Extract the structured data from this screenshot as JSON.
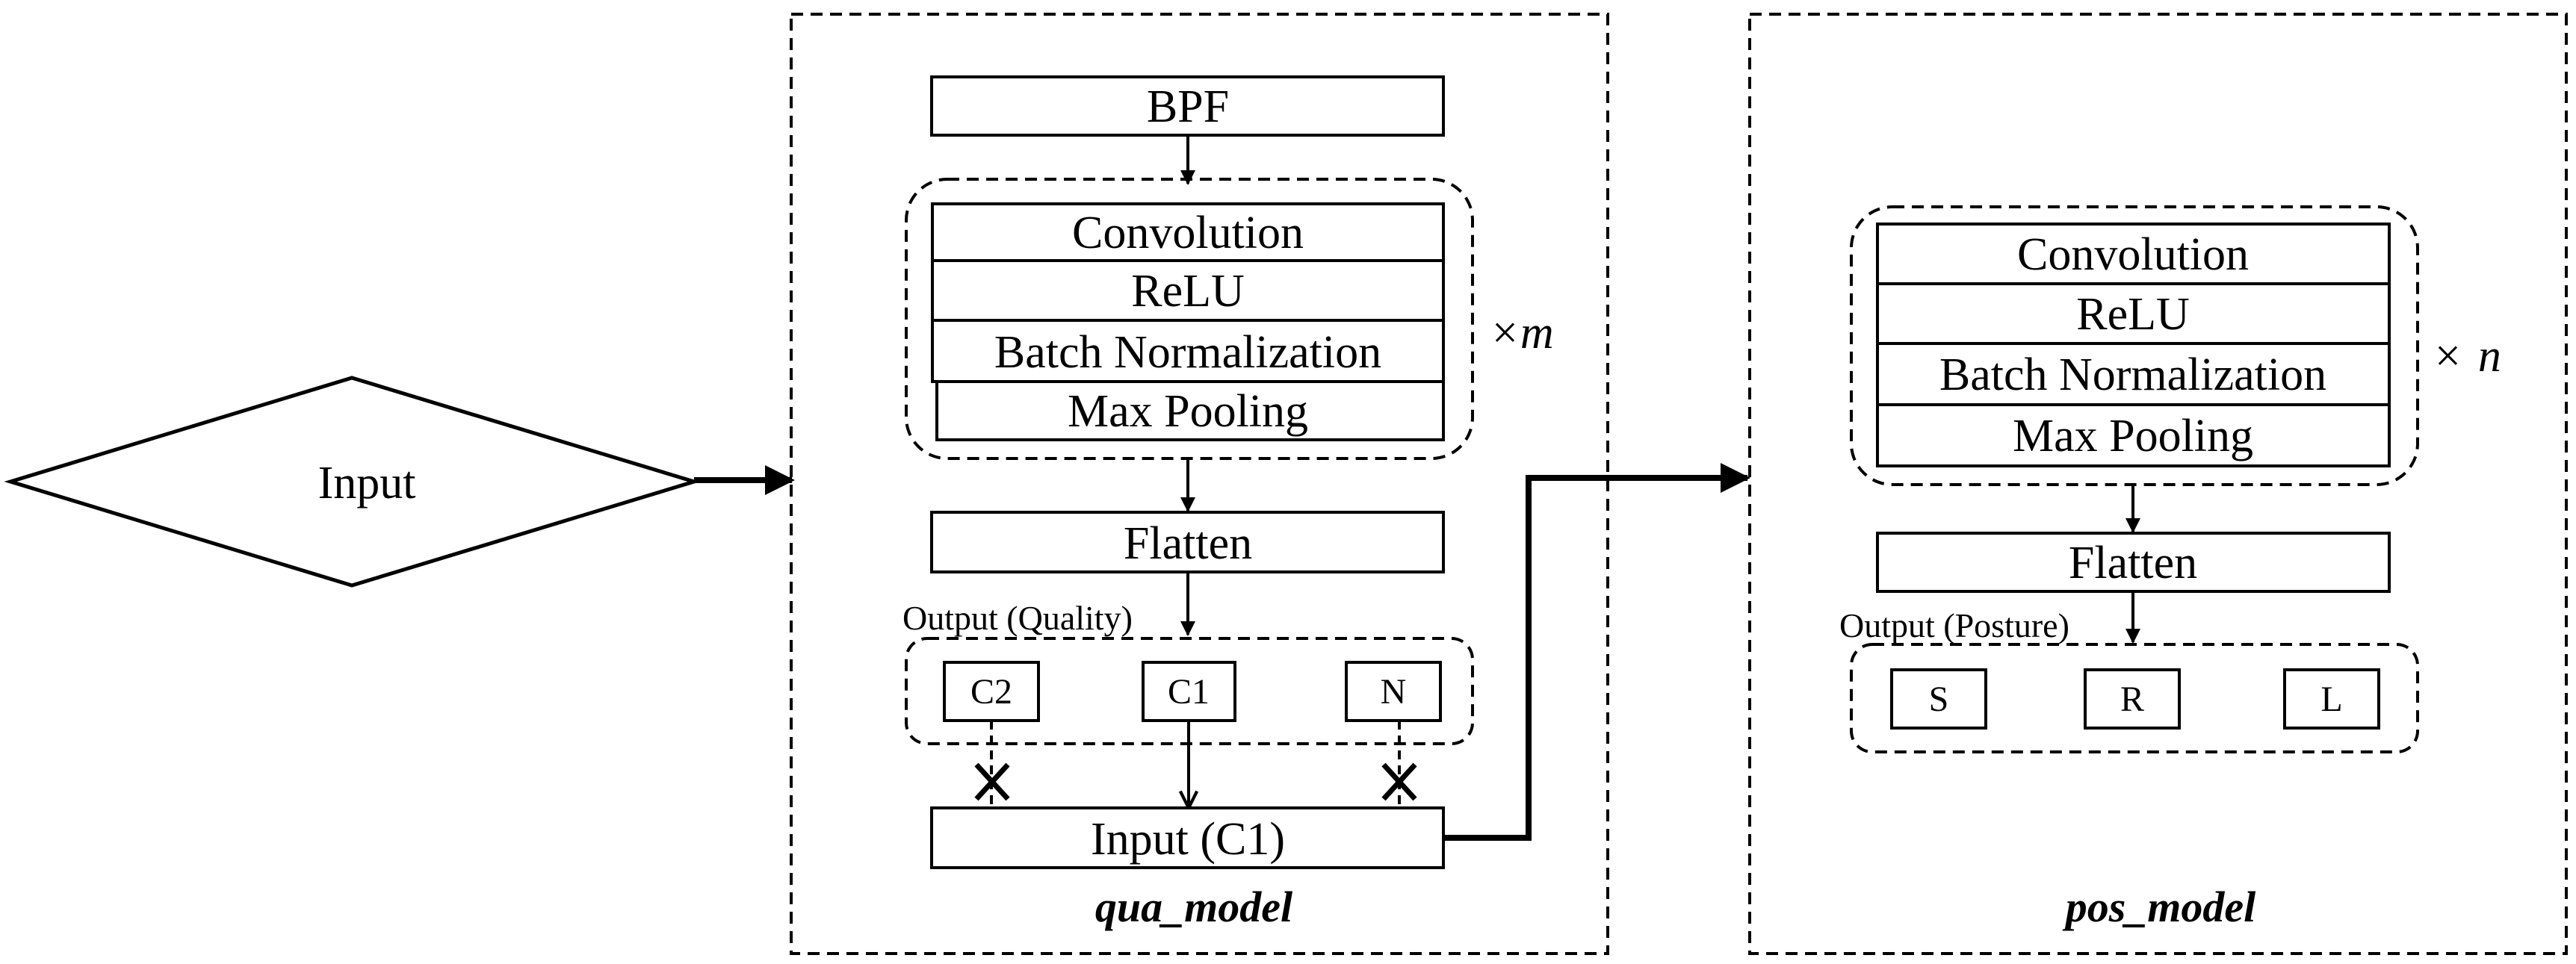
{
  "input_node": {
    "label": "Input"
  },
  "qua_model": {
    "name": "qua_model",
    "bpf": "BPF",
    "conv_block": {
      "layers": [
        "Convolution",
        "ReLU",
        "Batch Normalization",
        "Max Pooling"
      ],
      "repeat_symbol": "×",
      "repeat_var": "m"
    },
    "flatten": "Flatten",
    "output_label": "Output (Quality)",
    "classes": [
      "C2",
      "C1",
      "N"
    ],
    "blocked_classes": [
      "C2",
      "N"
    ],
    "next_input": "Input (C1)"
  },
  "pos_model": {
    "name": "pos_model",
    "conv_block": {
      "layers": [
        "Convolution",
        "ReLU",
        "Batch Normalization",
        "Max Pooling"
      ],
      "repeat_symbol": "×",
      "repeat_var": "n"
    },
    "flatten": "Flatten",
    "output_label": "Output (Posture)",
    "classes": [
      "S",
      "R",
      "L"
    ]
  }
}
